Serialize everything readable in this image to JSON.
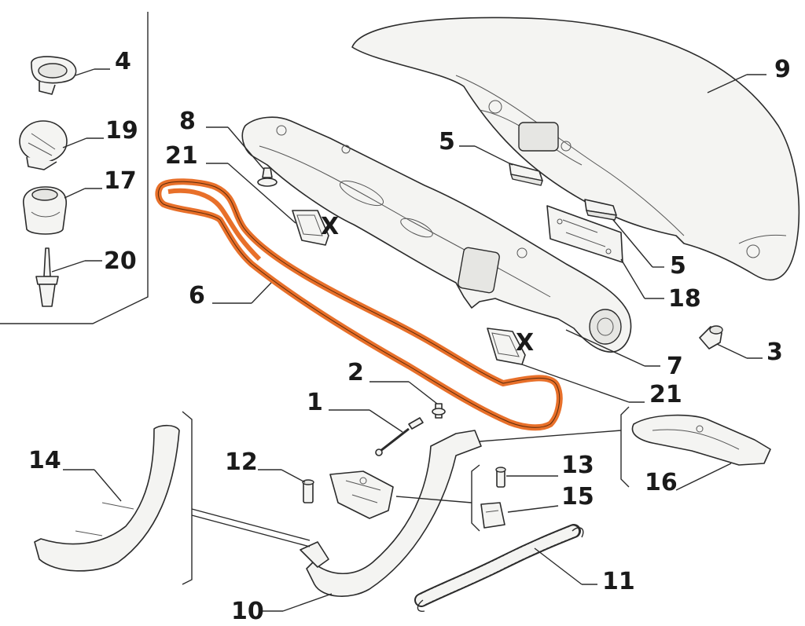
{
  "diagram": {
    "callouts": [
      {
        "id": "c4",
        "label": "4"
      },
      {
        "id": "c19",
        "label": "19"
      },
      {
        "id": "c17",
        "label": "17"
      },
      {
        "id": "c20",
        "label": "20"
      },
      {
        "id": "c8",
        "label": "8"
      },
      {
        "id": "c21a",
        "label": "21"
      },
      {
        "id": "c6",
        "label": "6"
      },
      {
        "id": "c5a",
        "label": "5"
      },
      {
        "id": "c9",
        "label": "9"
      },
      {
        "id": "c5b",
        "label": "5"
      },
      {
        "id": "c18",
        "label": "18"
      },
      {
        "id": "c3",
        "label": "3"
      },
      {
        "id": "c7",
        "label": "7"
      },
      {
        "id": "c21b",
        "label": "21"
      },
      {
        "id": "c2",
        "label": "2"
      },
      {
        "id": "c1",
        "label": "1"
      },
      {
        "id": "c14",
        "label": "14"
      },
      {
        "id": "c12",
        "label": "12"
      },
      {
        "id": "c13",
        "label": "13"
      },
      {
        "id": "c15",
        "label": "15"
      },
      {
        "id": "c16",
        "label": "16"
      },
      {
        "id": "c11",
        "label": "11"
      },
      {
        "id": "c10",
        "label": "10"
      }
    ],
    "marks": {
      "x1": "X",
      "x2": "X"
    },
    "colors": {
      "highlight": "#e8702a",
      "line": "#2b2b2b",
      "fill": "#f4f4f2"
    }
  }
}
